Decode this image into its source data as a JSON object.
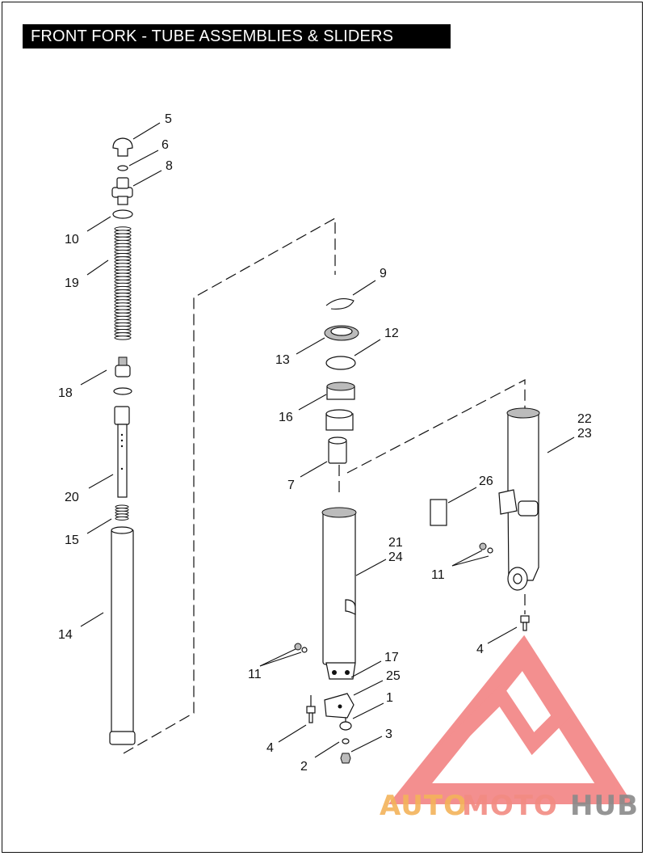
{
  "title": "FRONT FORK - TUBE ASSEMBLIES & SLIDERS",
  "callouts": {
    "c5": "5",
    "c6": "6",
    "c8": "8",
    "c10": "10",
    "c19": "19",
    "c18": "18",
    "c20": "20",
    "c15": "15",
    "c14": "14",
    "c9": "9",
    "c13": "13",
    "c12": "12",
    "c16": "16",
    "c7": "7",
    "c21": "21",
    "c24": "24",
    "c22": "22",
    "c23": "23",
    "c26": "26",
    "c11a": "11",
    "c11b": "11",
    "c4a": "4",
    "c4b": "4",
    "c17": "17",
    "c25": "25",
    "c1": "1",
    "c3": "3",
    "c2": "2"
  },
  "watermark": {
    "word1": "AUTO",
    "word2": "MOTO",
    "word3": "HUB",
    "color1": "#f3b35a",
    "color2": "#f28b82",
    "color3": "#8a8a8a"
  },
  "colors": {
    "line": "#111111",
    "shade": "#bbbbbb",
    "logo": "#f06a6a"
  }
}
